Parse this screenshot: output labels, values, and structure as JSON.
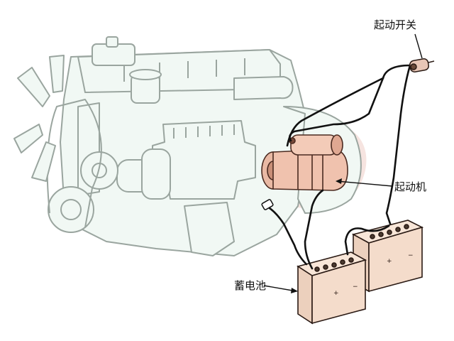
{
  "labels": {
    "start_switch": "起动开关",
    "starter_motor": "起动机",
    "battery": "蓄电池"
  },
  "battery_terminal_marks": {
    "positive": "+",
    "negative": "−"
  },
  "colors": {
    "engine_fill": "#f1f8f4",
    "engine_stroke": "#9aa59f",
    "starter_fill": "#f0c2ae",
    "starter_stroke": "#4a2a20",
    "battery_fill": "#f4dccb",
    "battery_stroke": "#2a1a14",
    "cable": "#111111",
    "leader": "#111111",
    "highlight": "#f6e4e0"
  }
}
